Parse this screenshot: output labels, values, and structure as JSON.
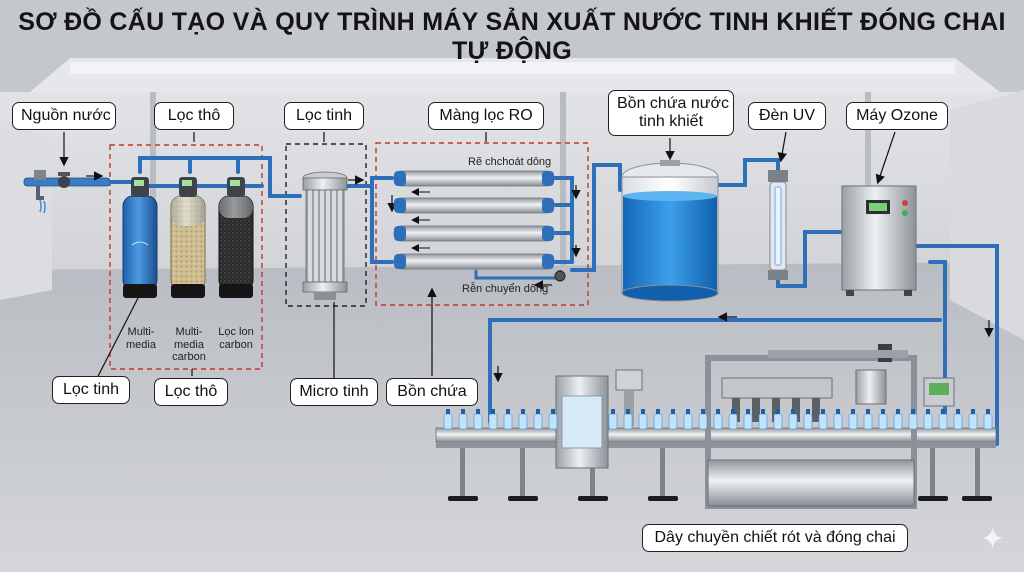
{
  "title": "SƠ ĐỒ CẤU TẠO VÀ QUY TRÌNH MÁY SẢN XUẤT NƯỚC TINH KHIẾT ĐÓNG CHAI TỰ ĐỘNG",
  "labels": {
    "nguon_nuoc": "Nguồn nước",
    "loc_tho_top": "Lọc thô",
    "loc_tinh_top": "Lọc tinh",
    "mang_loc_ro": "Màng lọc RO",
    "bon_chua_nuoc_line1": "Bồn chứa nước",
    "bon_chua_nuoc_line2": "tinh khiết",
    "den_uv": "Đèn UV",
    "may_ozone": "Máy Ozone",
    "loc_tinh_bottom": "Lọc tinh",
    "loc_tho_bottom": "Lọc thô",
    "micro_tinh": "Micro tinh",
    "bon_chua": "Bồn chứa",
    "day_chuyen": "Dây chuyền chiết rót và đóng chai"
  },
  "filters": {
    "multimedia_line1": "Multi-",
    "multimedia_line2": "media",
    "mm_carbon_line1": "Multi-",
    "mm_carbon_line2": "media",
    "mm_carbon_line3": "carbon",
    "ion_carbon_line1": "Lọc lon",
    "ion_carbon_line2": "carbon"
  },
  "ro_captions": {
    "top": "Rẽ chchoát dông",
    "bottom": "Rễn chuyển dông"
  },
  "colors": {
    "pipe": "#2d6fb8",
    "water": "#1e88d8",
    "background": "#c9ccd1",
    "dashed_red": "#c0392b"
  }
}
